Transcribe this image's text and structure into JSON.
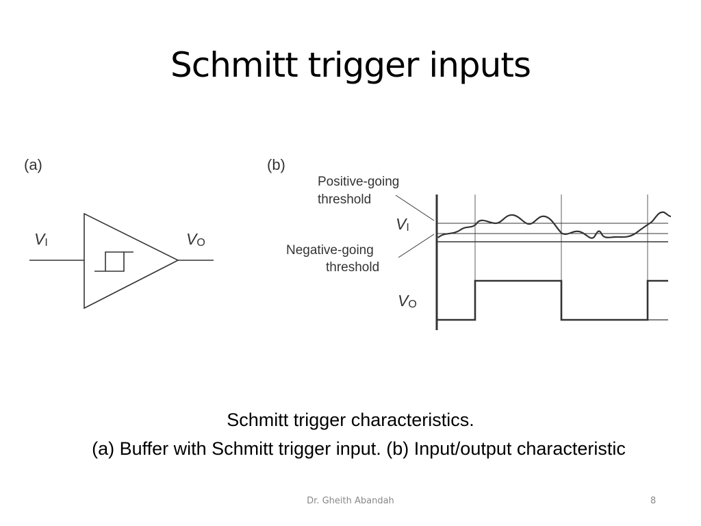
{
  "slide": {
    "title": "Schmitt trigger inputs",
    "caption_line1": "Schmitt trigger characteristics.",
    "caption_line2": "(a) Buffer with Schmitt trigger input. (b) Input/output characteristic",
    "footer_author": "Dr. Gheith Abandah",
    "page_number": "8"
  },
  "diagram": {
    "panel_a_label": "(a)",
    "panel_b_label": "(b)",
    "input_label_main": "V",
    "input_label_sub": "I",
    "output_label_main": "V",
    "output_label_sub": "O",
    "positive_threshold_line1": "Positive-going",
    "positive_threshold_line2": "threshold",
    "negative_threshold_line1": "Negative-going",
    "negative_threshold_line2": "threshold"
  }
}
